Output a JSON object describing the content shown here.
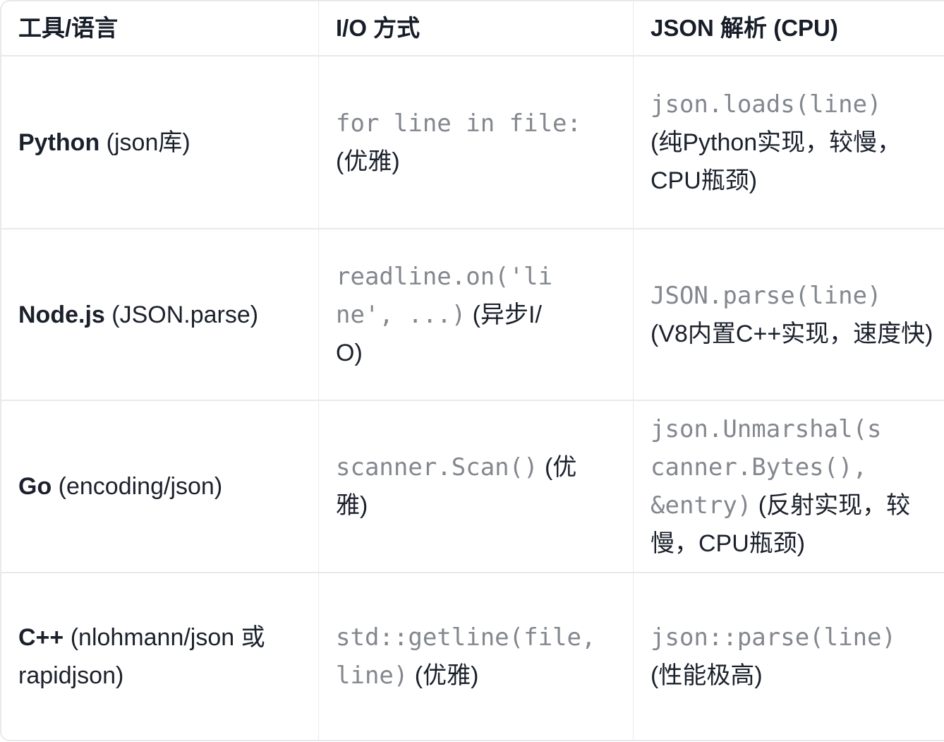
{
  "colors": {
    "background": "#ffffff",
    "body_text": "#1b212c",
    "header_text": "#171d28",
    "code_text": "#83878e",
    "border": "#e9e9ec"
  },
  "table": {
    "headers": [
      "工具/语言",
      "I/O 方式",
      "JSON 解析 (CPU)"
    ],
    "rows": [
      {
        "tool_name": "Python",
        "tool_note": " (json库)",
        "io_code": "for line in file:",
        "io_note": "\n(优雅)",
        "parse_code": "json.loads(line)",
        "parse_note": "\n(纯Python实现，较慢，\nCPU瓶颈)"
      },
      {
        "tool_name": "Node.js",
        "tool_note": " (JSON.parse)",
        "io_code": "readline.on('li\nne', ...)",
        "io_note": " (异步I/\nO)",
        "parse_code": "JSON.parse(line)",
        "parse_note": "\n(V8内置C++实现，速度快)"
      },
      {
        "tool_name": "Go",
        "tool_note": " (encoding/json)",
        "io_code": "scanner.Scan()",
        "io_note": " (优\n雅)",
        "parse_code": "json.Unmarshal(s\ncanner.Bytes(),\n&entry)",
        "parse_note": " (反射实现，较\n慢，CPU瓶颈)"
      },
      {
        "tool_name": "C++",
        "tool_note": " (nlohmann/json 或\nrapidjson)",
        "io_code": "std::getline(file,\nline)",
        "io_note": " (优雅)",
        "parse_code": "json::parse(line)",
        "parse_note": "\n(性能极高)"
      }
    ]
  }
}
